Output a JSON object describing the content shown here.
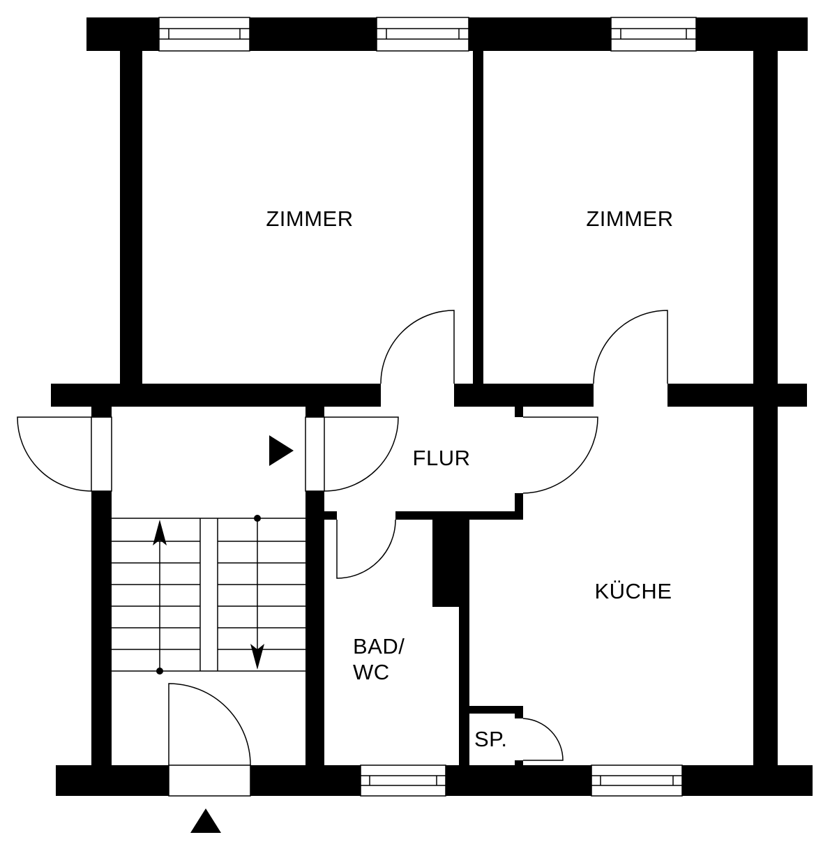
{
  "colors": {
    "wall": "#000000",
    "line": "#000000",
    "background": "#ffffff"
  },
  "rooms": {
    "zimmer_left": "ZIMMER",
    "zimmer_right": "ZIMMER",
    "flur": "FLUR",
    "kueche": "KÜCHE",
    "bad_line1": "BAD/",
    "bad_line2": "WC",
    "speisekammer": "SP."
  },
  "icons": {
    "entrance": "triangle-up-icon",
    "stair_direction": "triangle-right-icon",
    "stair_up": "arrow-up-icon",
    "stair_down": "arrow-down-icon"
  }
}
